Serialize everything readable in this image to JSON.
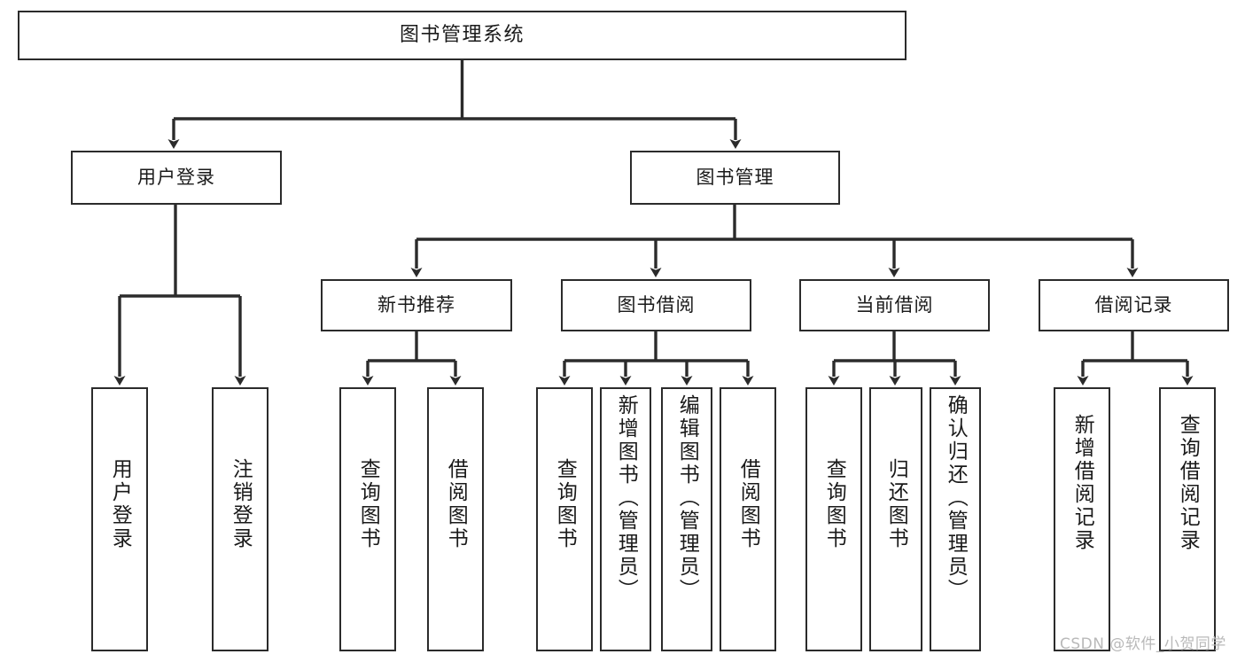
{
  "diagram": {
    "type": "tree",
    "title": "图书管理系统",
    "orientation": "top-down",
    "colors": {
      "node_border": "#2b2b2b",
      "node_fill": "#ffffff",
      "edge": "#2b2b2b",
      "text": "#1a1a1a",
      "watermark": "#b9b9b9",
      "background": "#ffffff"
    },
    "watermark": "CSDN @软件_小贺同学",
    "nodes": {
      "root": {
        "label": "图书管理系统"
      },
      "level2": [
        {
          "label": "用户登录"
        },
        {
          "label": "图书管理"
        }
      ],
      "level3": [
        {
          "label": "新书推荐"
        },
        {
          "label": "图书借阅"
        },
        {
          "label": "当前借阅"
        },
        {
          "label": "借阅记录"
        }
      ],
      "leaves": {
        "user_login": [
          {
            "label": "用户登录"
          },
          {
            "label": "注销登录"
          }
        ],
        "new_book_recommend": [
          {
            "label": "查询图书"
          },
          {
            "label": "借阅图书"
          }
        ],
        "book_borrow": [
          {
            "label": "查询图书"
          },
          {
            "label": "新增图书（管理员）"
          },
          {
            "label": "编辑图书（管理员）"
          },
          {
            "label": "借阅图书"
          }
        ],
        "current_borrow": [
          {
            "label": "查询图书"
          },
          {
            "label": "归还图书"
          },
          {
            "label": "确认归还（管理员）"
          }
        ],
        "borrow_record": [
          {
            "label": "新增借阅记录"
          },
          {
            "label": "查询借阅记录"
          }
        ]
      }
    }
  }
}
